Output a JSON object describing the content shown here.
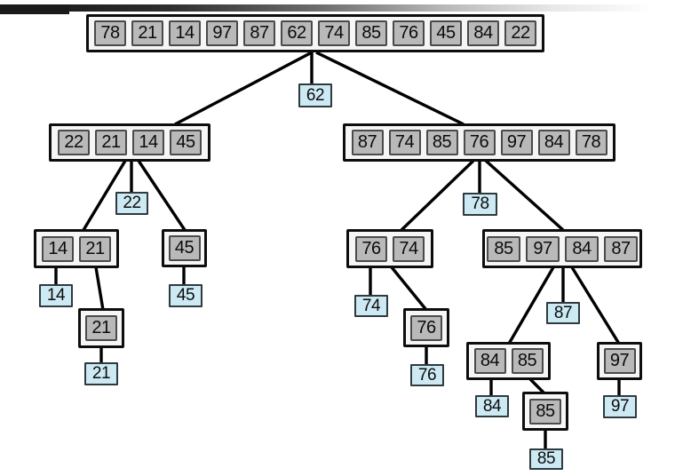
{
  "diagram": {
    "description": "Quicksort recursion tree: arrays are partitioned around pivots (blue boxes)",
    "colors": {
      "cell_gray": "#b9b9b9",
      "box_background": "#f6f6f6",
      "pivot_blue": "#cdeaf4",
      "edge_black": "#000000",
      "border_black": "#0d0d0d"
    }
  },
  "nodes": {
    "root": {
      "cells": [
        "78",
        "21",
        "14",
        "97",
        "87",
        "62",
        "74",
        "85",
        "76",
        "45",
        "84",
        "22"
      ]
    },
    "p_root": {
      "value": "62"
    },
    "l1": {
      "cells": [
        "22",
        "21",
        "14",
        "45"
      ]
    },
    "p_l1": {
      "value": "22"
    },
    "r1": {
      "cells": [
        "87",
        "74",
        "85",
        "76",
        "97",
        "84",
        "78"
      ]
    },
    "p_r1": {
      "value": "78"
    },
    "l2a": {
      "cells": [
        "14",
        "21"
      ]
    },
    "p_l2a": {
      "value": "14"
    },
    "l2b": {
      "cells": [
        "45"
      ]
    },
    "p_l2b": {
      "value": "45"
    },
    "l3": {
      "cells": [
        "21"
      ]
    },
    "p_l3": {
      "value": "21"
    },
    "r2a": {
      "cells": [
        "76",
        "74"
      ]
    },
    "p_r2a": {
      "value": "74"
    },
    "r2b": {
      "cells": [
        "85",
        "97",
        "84",
        "87"
      ]
    },
    "p_r2b": {
      "value": "87"
    },
    "r3a": {
      "cells": [
        "76"
      ]
    },
    "p_r3a": {
      "value": "76"
    },
    "r3b": {
      "cells": [
        "84",
        "85"
      ]
    },
    "p_r3b": {
      "value": "84"
    },
    "r3c": {
      "cells": [
        "97"
      ]
    },
    "p_r3c": {
      "value": "97"
    },
    "r4": {
      "cells": [
        "85"
      ]
    },
    "p_r4": {
      "value": "85"
    }
  }
}
